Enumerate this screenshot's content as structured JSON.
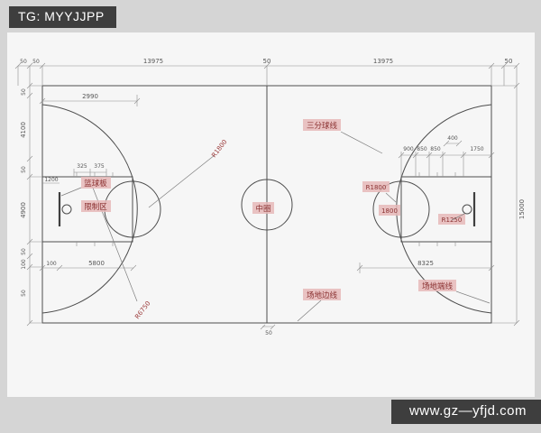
{
  "banner": {
    "tag": "TG: MYYJJPP"
  },
  "footer": {
    "url": "www.gz—yfjd.com"
  },
  "dims": {
    "top": {
      "m50_a": "50",
      "m50_b": "50",
      "left_half": "13975",
      "center_50": "50",
      "right_half": "13975",
      "m50_c": "50"
    },
    "right": {
      "total": "15000"
    },
    "left": {
      "m50_top": "50",
      "d4100": "4100",
      "m50_a": "50",
      "d4900": "4900",
      "m50_b": "50",
      "d100": "100",
      "m50_c": "50"
    },
    "inner": {
      "d2990": "2990",
      "d325": "325",
      "d375": "375",
      "d1200": "1200",
      "d900": "900",
      "d850a": "850",
      "d850b": "850",
      "d400": "400",
      "d1750": "1750",
      "d100": "100",
      "d5800": "5800",
      "d8325": "8325",
      "d1800": "1800",
      "r1800_left": "R1800",
      "r1800_right": "R1800",
      "r6750": "R6750",
      "r1250": "R1250",
      "bottom_50": "50"
    }
  },
  "ann": {
    "three_point": "三分球线",
    "center_circle": "中圈",
    "backboard": "篮球板",
    "restricted": "限制区",
    "sideline": "场地边线",
    "endline": "场地端线"
  },
  "colors": {
    "highlight_bg": "#e6b8b8",
    "annotation_text": "#8b3232",
    "banner_bg": "#3e3e3e",
    "paper": "#f6f6f6",
    "background": "#d5d5d5"
  }
}
